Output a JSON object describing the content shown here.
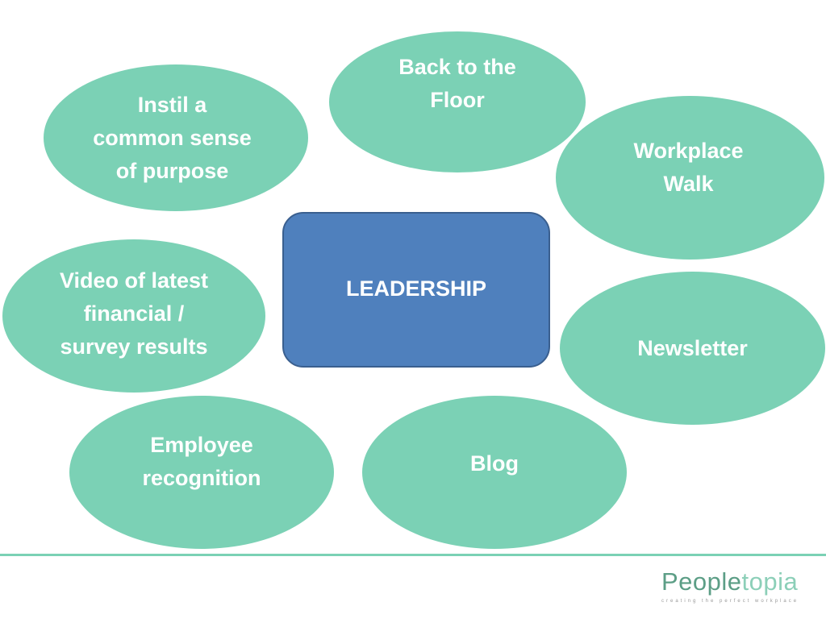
{
  "colors": {
    "bubble_fill": "#7bd1b5",
    "bubble_text": "#ffffff",
    "center_fill": "#4f80bd",
    "center_border": "#3a5f8f",
    "center_text": "#ffffff",
    "footer_line": "#7bd1b5",
    "logo_people": "#5c9e86",
    "logo_topia": "#8ccfb8",
    "logo_tagline": "#9a9a9a"
  },
  "center": {
    "label": "LEADERSHIP"
  },
  "bubbles": {
    "instil": {
      "label": "Instil a\ncommon sense\nof purpose"
    },
    "back_to_floor": {
      "label": "Back to the\nFloor"
    },
    "workplace_walk": {
      "label": "Workplace\nWalk"
    },
    "video": {
      "label": "Video of latest\nfinancial /\nsurvey results"
    },
    "newsletter": {
      "label": "Newsletter"
    },
    "employee_recognition": {
      "label": "Employee\nrecognition"
    },
    "blog": {
      "label": "Blog"
    }
  },
  "logo": {
    "word_part1": "People",
    "word_part2": "topia",
    "tagline": "creating the perfect workplace"
  }
}
